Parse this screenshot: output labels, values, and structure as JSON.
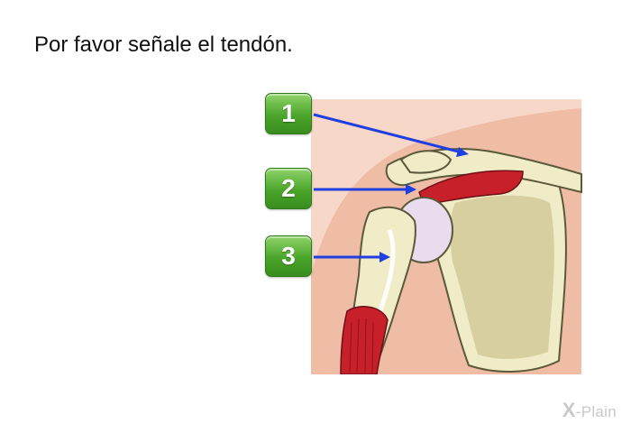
{
  "question": "Por favor señale el tendón.",
  "answers": [
    {
      "label": "1"
    },
    {
      "label": "2"
    },
    {
      "label": "3"
    }
  ],
  "logo": {
    "mark": "X",
    "text": "-Plain"
  },
  "colors": {
    "button_green": "#4aa52a",
    "arrow_blue": "#1f3fe0",
    "skin": "#f2c8b3",
    "bone": "#f0ecc8",
    "muscle": "#c8202a"
  }
}
